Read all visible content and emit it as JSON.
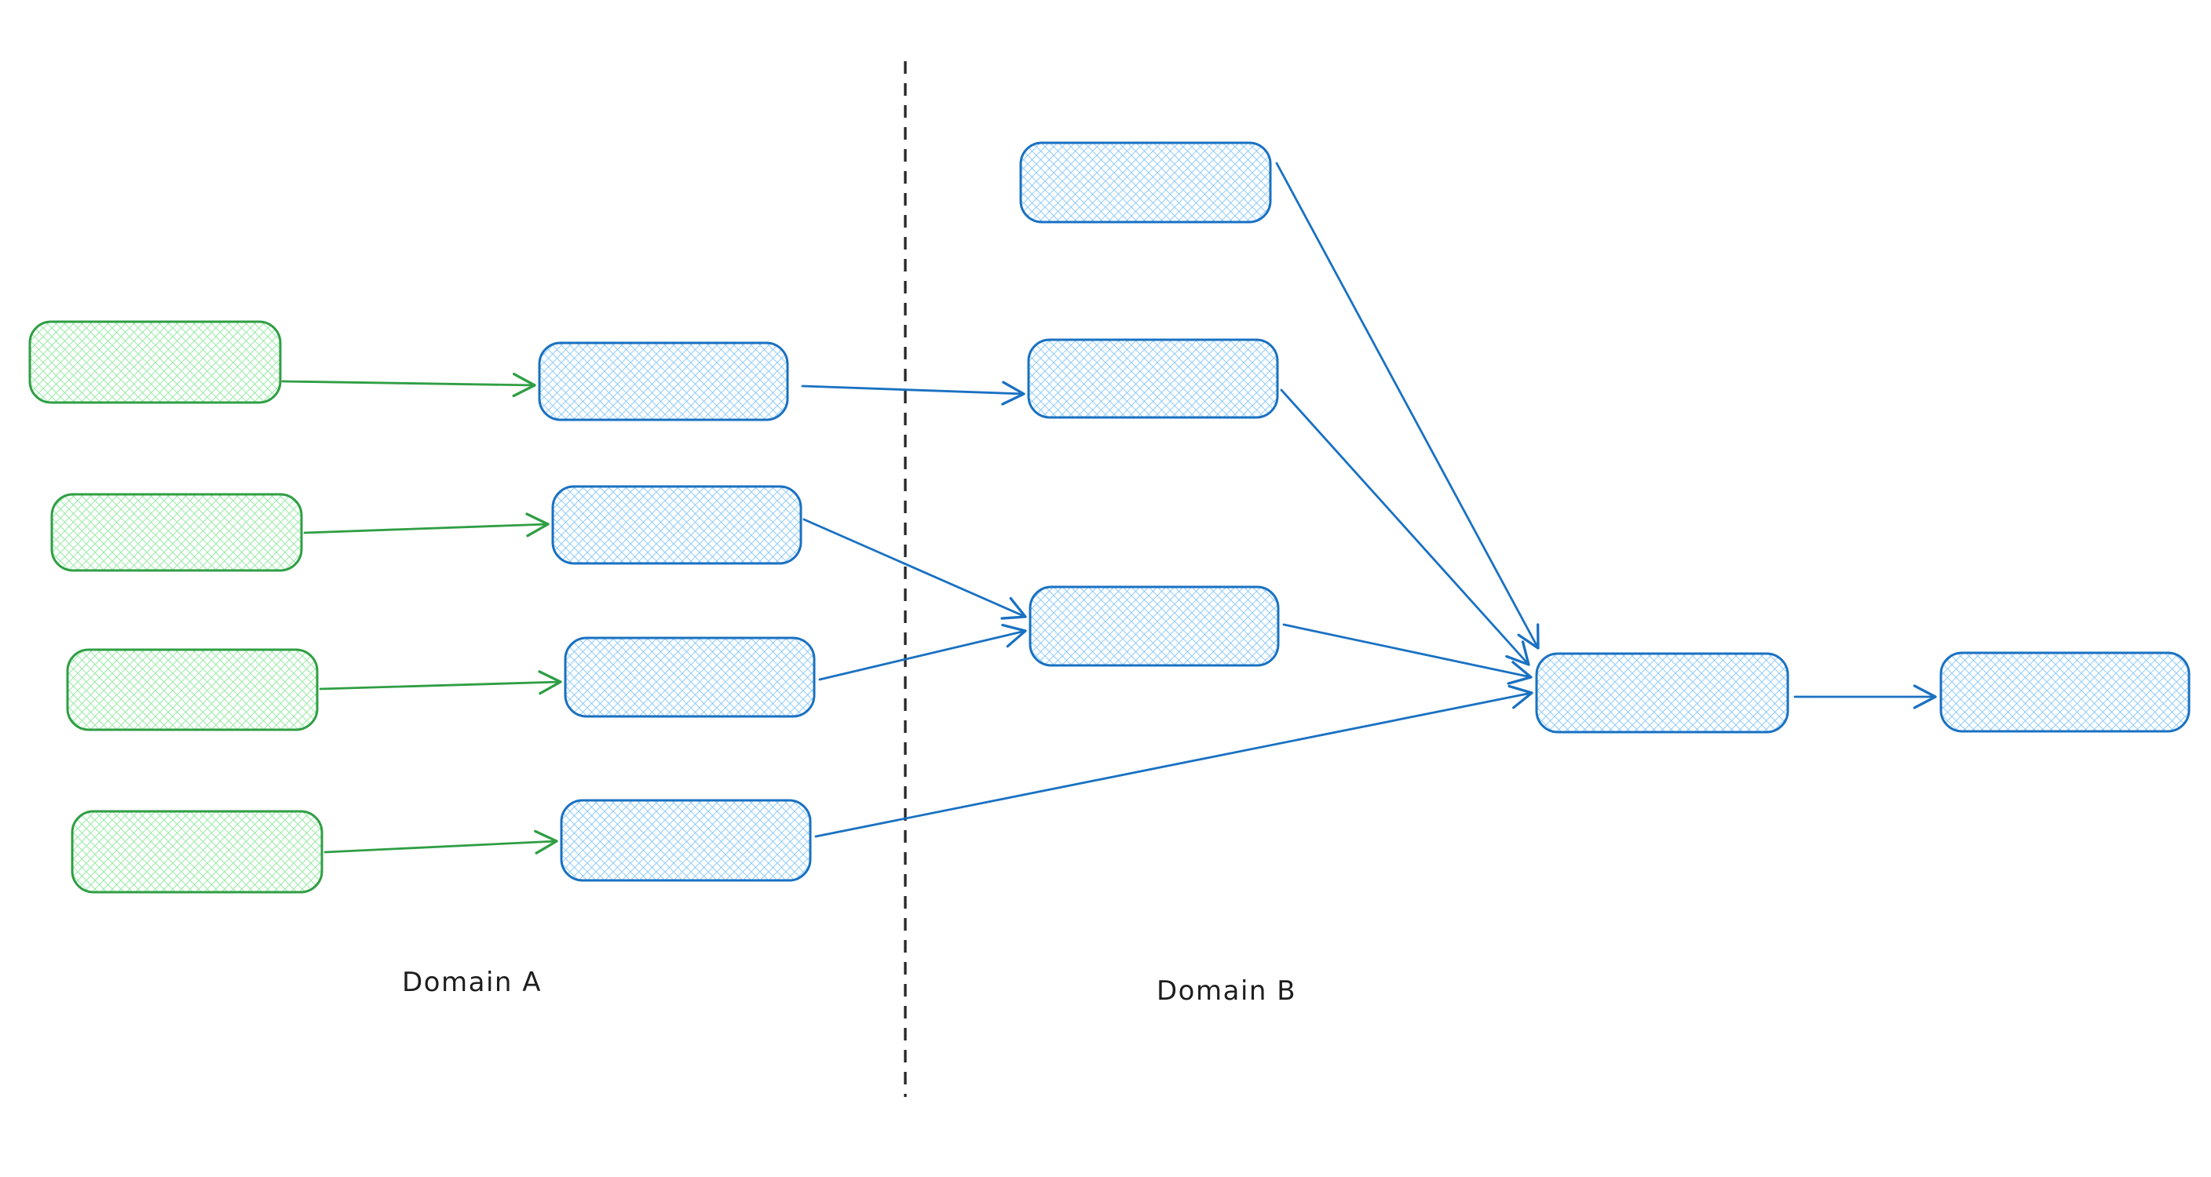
{
  "diagram": {
    "labels": {
      "domain_a": "Domain A",
      "domain_b": "Domain B"
    },
    "colors": {
      "background": "#ffffff",
      "green_stroke": "#2f9e44",
      "green_hatch": "#8ce99a",
      "blue_stroke": "#1971c2",
      "blue_hatch": "#7cc2fa",
      "divider": "#2a2a2a",
      "label_text": "#1e1e1e"
    },
    "nodes": [
      {
        "id": "domain-a-source-1",
        "group": "green",
        "text": ""
      },
      {
        "id": "domain-a-source-2",
        "group": "green",
        "text": ""
      },
      {
        "id": "domain-a-source-3",
        "group": "green",
        "text": ""
      },
      {
        "id": "domain-a-source-4",
        "group": "green",
        "text": ""
      },
      {
        "id": "domain-a-process-1",
        "group": "blue",
        "text": ""
      },
      {
        "id": "domain-a-process-2",
        "group": "blue",
        "text": ""
      },
      {
        "id": "domain-a-process-3",
        "group": "blue",
        "text": ""
      },
      {
        "id": "domain-a-process-4",
        "group": "blue",
        "text": ""
      },
      {
        "id": "domain-b-stage-1",
        "group": "blue",
        "text": ""
      },
      {
        "id": "domain-b-stage-2",
        "group": "blue",
        "text": ""
      },
      {
        "id": "domain-b-stage-3",
        "group": "blue",
        "text": ""
      },
      {
        "id": "domain-b-hub",
        "group": "blue",
        "text": ""
      },
      {
        "id": "domain-b-output",
        "group": "blue",
        "text": ""
      }
    ],
    "edges": [
      {
        "from": "domain-a-source-1",
        "to": "domain-a-process-1",
        "color": "green"
      },
      {
        "from": "domain-a-source-2",
        "to": "domain-a-process-2",
        "color": "green"
      },
      {
        "from": "domain-a-source-3",
        "to": "domain-a-process-3",
        "color": "green"
      },
      {
        "from": "domain-a-source-4",
        "to": "domain-a-process-4",
        "color": "green"
      },
      {
        "from": "domain-a-process-1",
        "to": "domain-b-stage-2",
        "color": "blue"
      },
      {
        "from": "domain-a-process-2",
        "to": "domain-b-stage-3",
        "color": "blue"
      },
      {
        "from": "domain-a-process-3",
        "to": "domain-b-stage-3",
        "color": "blue"
      },
      {
        "from": "domain-a-process-4",
        "to": "domain-b-hub",
        "color": "blue"
      },
      {
        "from": "domain-b-stage-1",
        "to": "domain-b-hub",
        "color": "blue"
      },
      {
        "from": "domain-b-stage-2",
        "to": "domain-b-hub",
        "color": "blue"
      },
      {
        "from": "domain-b-stage-3",
        "to": "domain-b-hub",
        "color": "blue"
      },
      {
        "from": "domain-b-hub",
        "to": "domain-b-output",
        "color": "blue"
      }
    ]
  }
}
